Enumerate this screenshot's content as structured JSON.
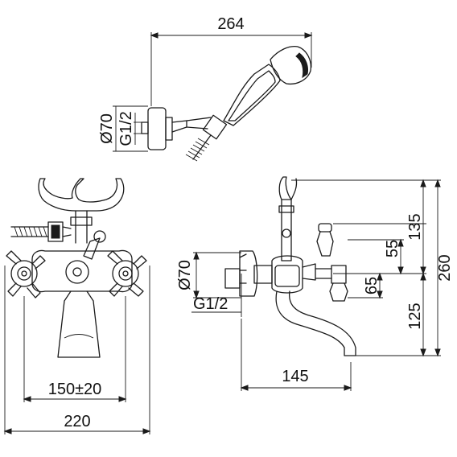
{
  "dimensions": {
    "shower_width": "264",
    "shower_diameter": "Ø70",
    "shower_thread": "G1/2",
    "front_centers": "150±20",
    "front_width": "220",
    "side_diameter": "Ø70",
    "side_thread": "G1/2",
    "spout_reach": "145",
    "height_135": "135",
    "height_55": "55",
    "height_65": "65",
    "height_125": "125",
    "total_height": "260"
  }
}
